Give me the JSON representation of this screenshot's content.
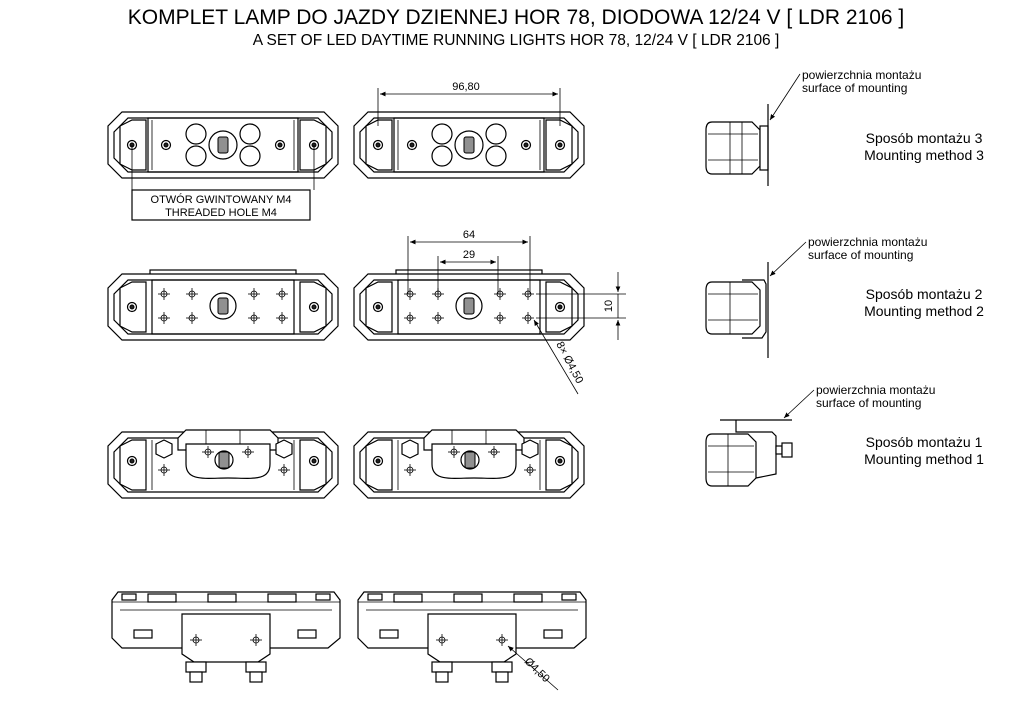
{
  "title": {
    "pl": "KOMPLET LAMP DO JAZDY DZIENNEJ HOR 78, DIODOWA 12/24 V [ LDR 2106 ]",
    "en": "A SET OF LED DAYTIME RUNNING LIGHTS HOR 78, 12/24 V [ LDR 2106 ]"
  },
  "dimensions": {
    "width_overall": "96,80",
    "hole_spacing_outer": "64",
    "hole_spacing_inner": "29",
    "hole_vertical": "10",
    "holes_8x": "8× Ø4,50",
    "hole_bottom": "Ø4,50"
  },
  "threaded_hole": {
    "pl": "OTWÓR GWINTOWANY M4",
    "en": "THREADED HOLE M4"
  },
  "mounting": [
    {
      "surface_pl": "powierzchnia montażu",
      "surface_en": "surface of mounting",
      "method_pl": "Sposób montażu 3",
      "method_en": "Mounting method 3"
    },
    {
      "surface_pl": "powierzchnia montażu",
      "surface_en": "surface of mounting",
      "method_pl": "Sposób montażu 2",
      "method_en": "Mounting method 2"
    },
    {
      "surface_pl": "powierzchnia montażu",
      "surface_en": "surface of mounting",
      "method_pl": "Sposób montażu 1",
      "method_en": "Mounting method 1"
    }
  ]
}
